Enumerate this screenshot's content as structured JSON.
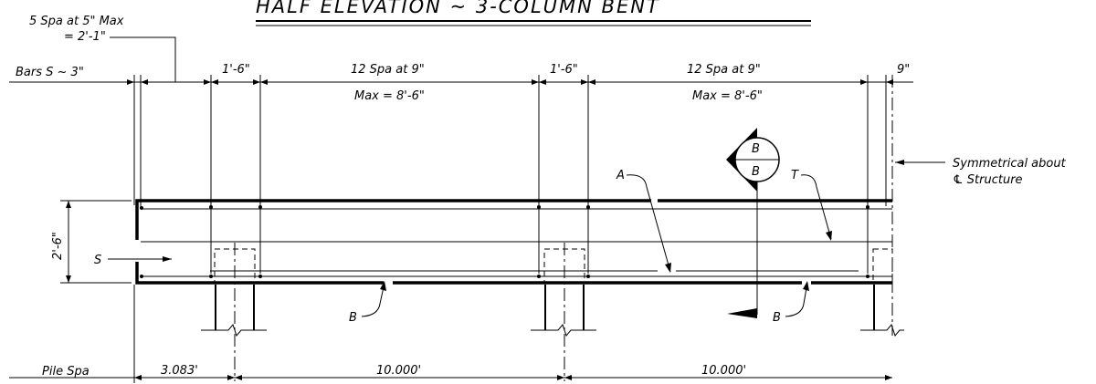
{
  "drawing": {
    "title": "HALF  ELEVATION  ~  3-COLUMN  BENT",
    "spacing_note_line1": "5 Spa at 5\" Max",
    "spacing_note_line2": "= 2'-1\"",
    "bars_s_label": "Bars S ~ 3\"",
    "dim_a": "1'-6\"",
    "dim_b_line1": "12 Spa at 9\"",
    "dim_b_line2": "Max = 8'-6\"",
    "dim_c": "1'-6\"",
    "dim_d_line1": "12 Spa at 9\"",
    "dim_d_line2": "Max = 8'-6\"",
    "dim_end": "9\"",
    "section_top": "B",
    "section_bottom": "B",
    "symmetry_line1": "Symmetrical about",
    "symmetry_line2": "℄ Structure",
    "depth_label": "2'-6\"",
    "callout_s": "S",
    "callout_a": "A",
    "callout_t": "T",
    "callout_b1": "B",
    "callout_b2": "B",
    "pile_spa_label": "Pile Spa",
    "pile_dim_1": "3.083'",
    "pile_dim_2": "10.000'",
    "pile_dim_3": "10.000'"
  }
}
